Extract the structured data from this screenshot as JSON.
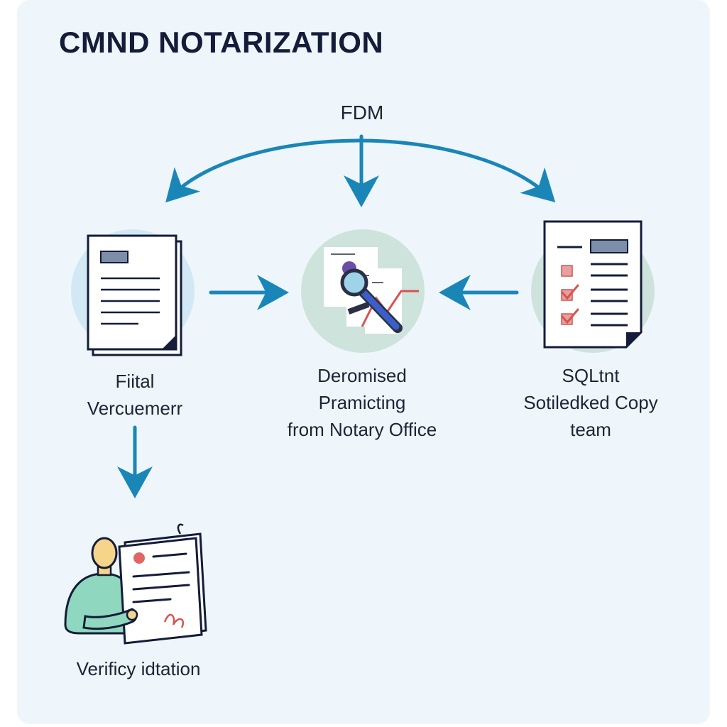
{
  "title": "CMND NOTARIZATION",
  "top_node": {
    "label": "FDM"
  },
  "nodes": [
    {
      "id": "left",
      "line1": "Fiital",
      "line2": "Vercuemerr",
      "icon": "document-icon"
    },
    {
      "id": "center",
      "line1": "Deromised",
      "line2": "Pramicting",
      "line3": "from Notary Office",
      "icon": "magnifier-icon"
    },
    {
      "id": "right",
      "line1": "SQLtnt",
      "line2": "Sotiledked Copy",
      "line3": "team",
      "icon": "checklist-document-icon"
    },
    {
      "id": "bottom",
      "line1": "Verificy idtation",
      "icon": "person-with-document-icon"
    }
  ],
  "colors": {
    "arrow": "#1a86b8",
    "title": "#141c3a",
    "circle_blue": "#d3e8f5",
    "circle_green": "#cde3dc",
    "doc_outline": "#141c3a",
    "check": "#d9534f",
    "skin": "#f6d58a",
    "shirt": "#8fd8bf"
  }
}
